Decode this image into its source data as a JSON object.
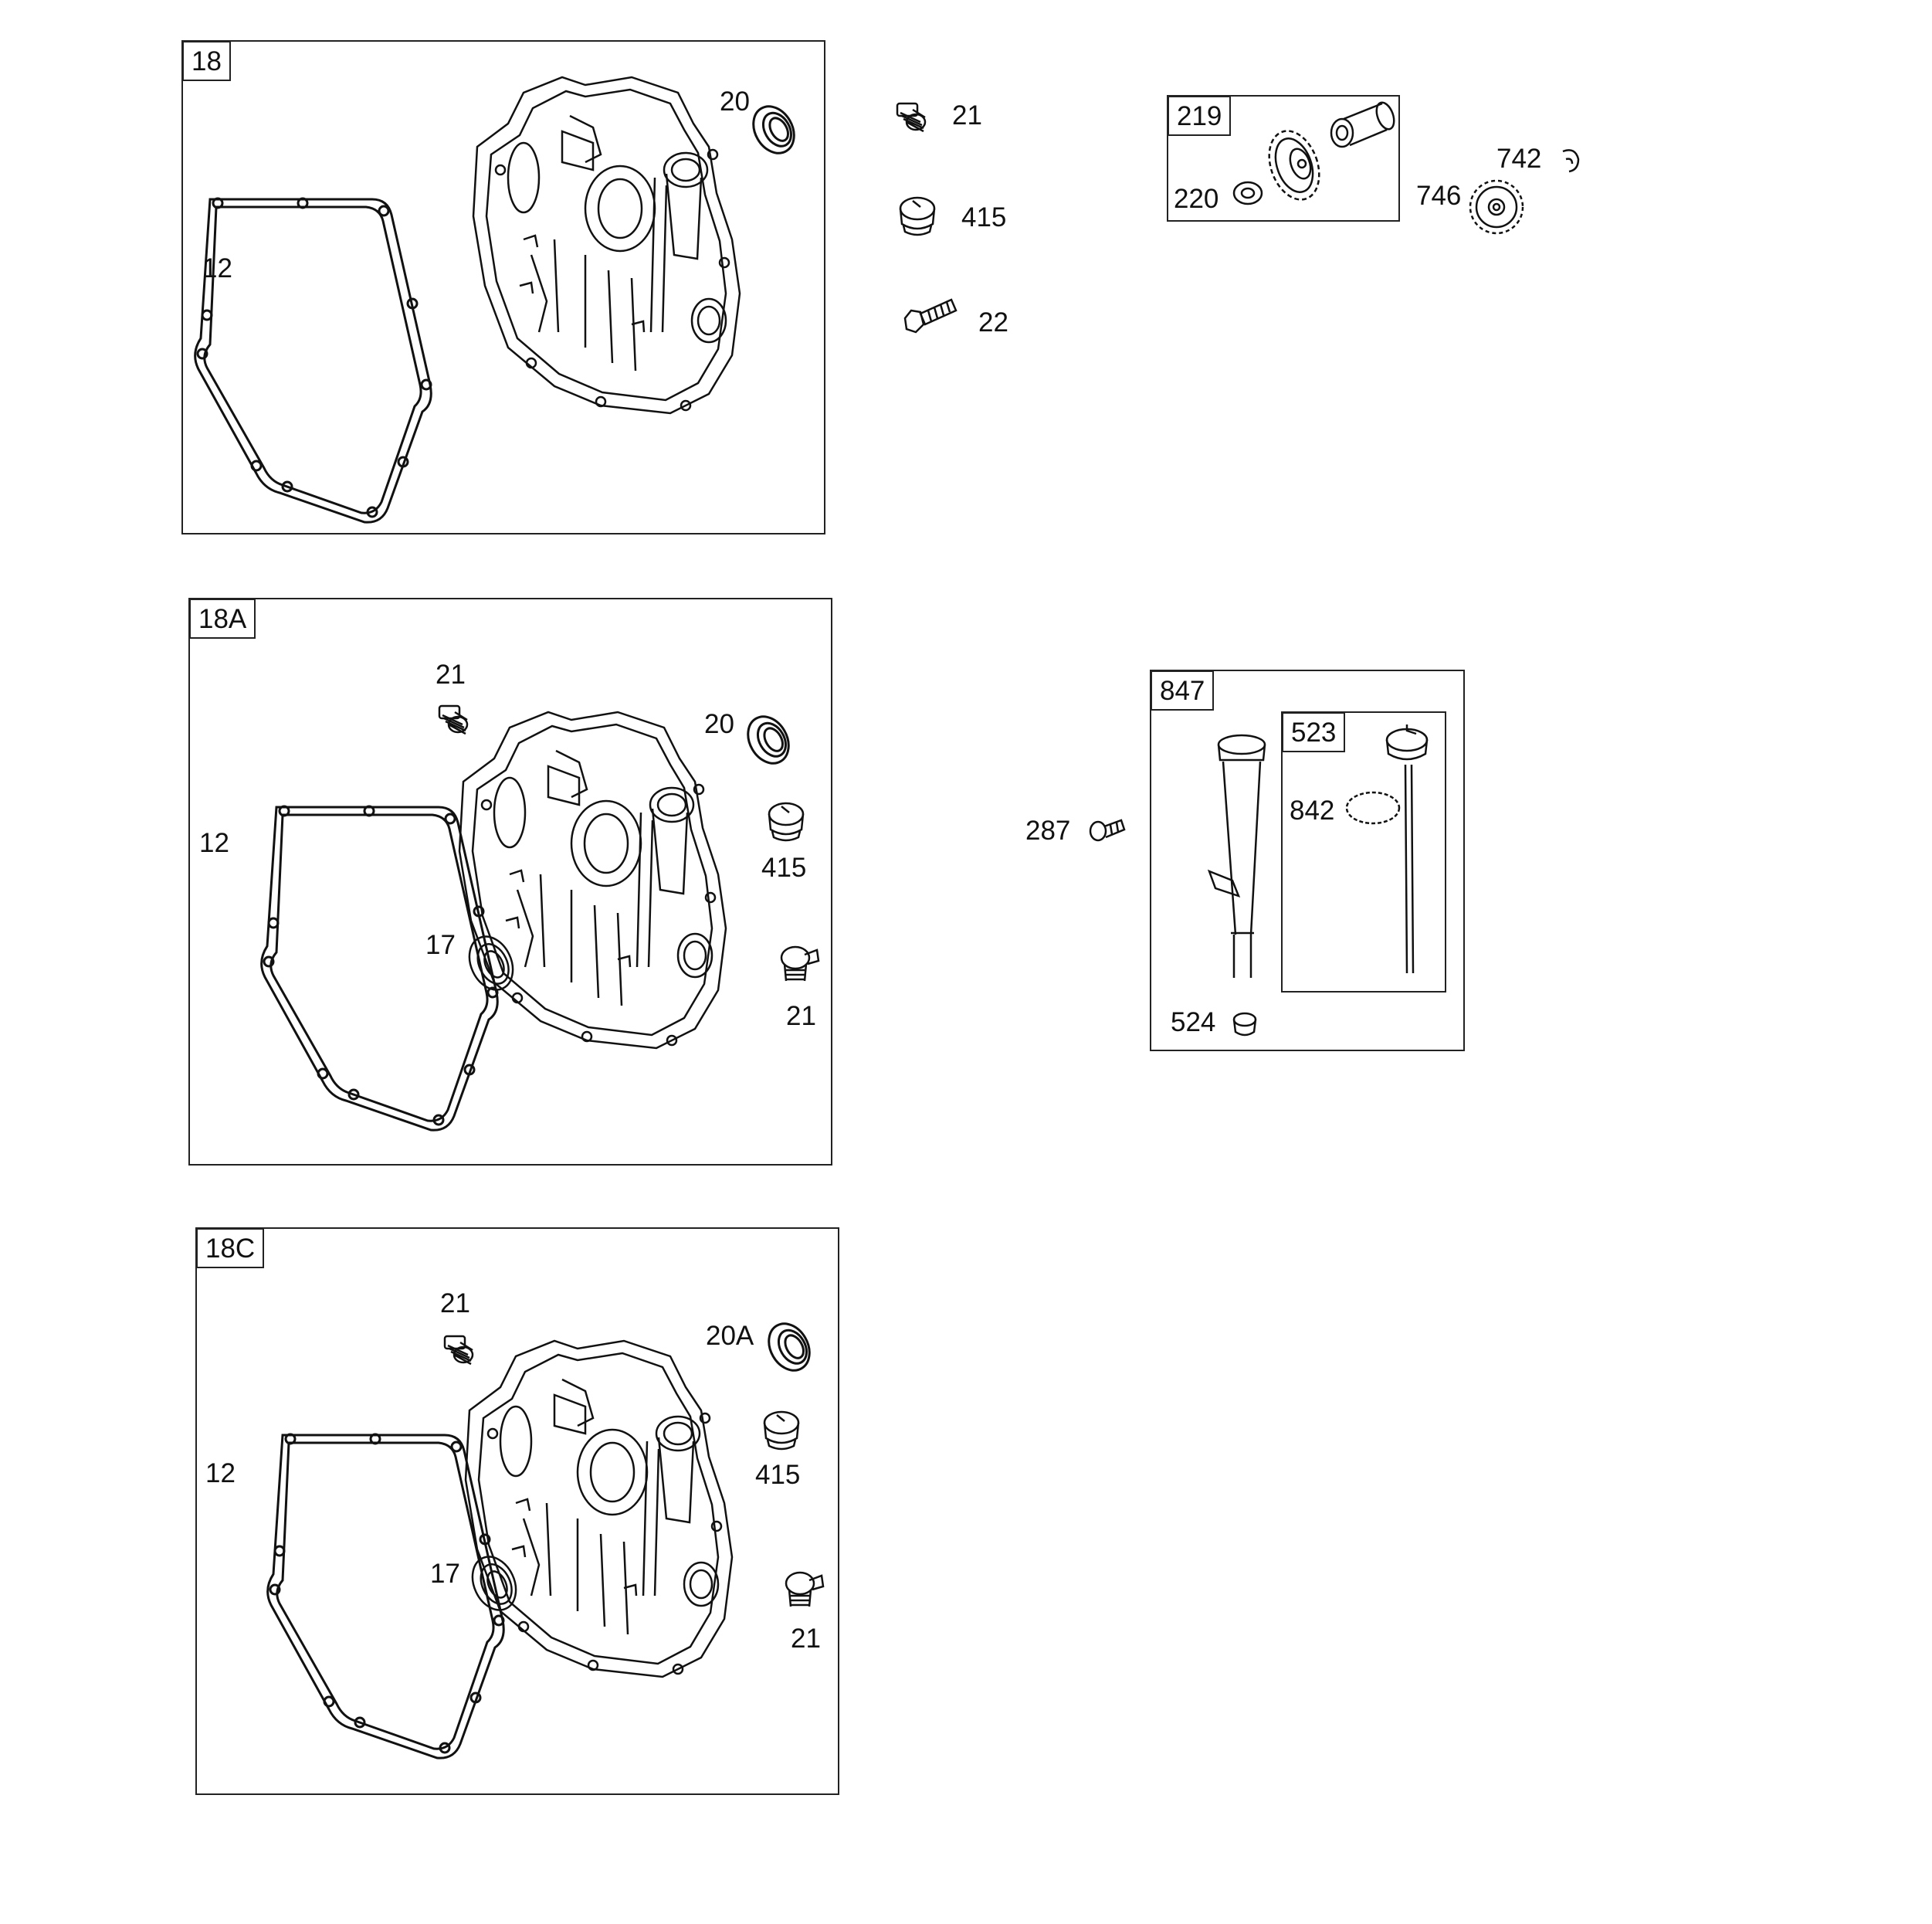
{
  "panel_18": {
    "tag": "18",
    "labels": {
      "gasket": "12",
      "seal": "20"
    }
  },
  "loose_parts": {
    "plug": "21",
    "cap": "415",
    "bolt": "22"
  },
  "panel_219": {
    "tag": "219",
    "washer": "220",
    "gear_label": "746",
    "clip_label": "742"
  },
  "panel_18A": {
    "tag": "18A",
    "labels": {
      "gasket": "12",
      "plug_top": "21",
      "seal": "20",
      "cap": "415",
      "bearing": "17",
      "plug_side": "21"
    }
  },
  "panel_18C": {
    "tag": "18C",
    "labels": {
      "gasket": "12",
      "plug_top": "21",
      "seal": "20A",
      "cap": "415",
      "bearing": "17",
      "plug_side": "21"
    }
  },
  "panel_847": {
    "tag": "847",
    "bolt_label": "287",
    "grommet": "524",
    "dipstick_tag": "523",
    "oring": "842"
  }
}
